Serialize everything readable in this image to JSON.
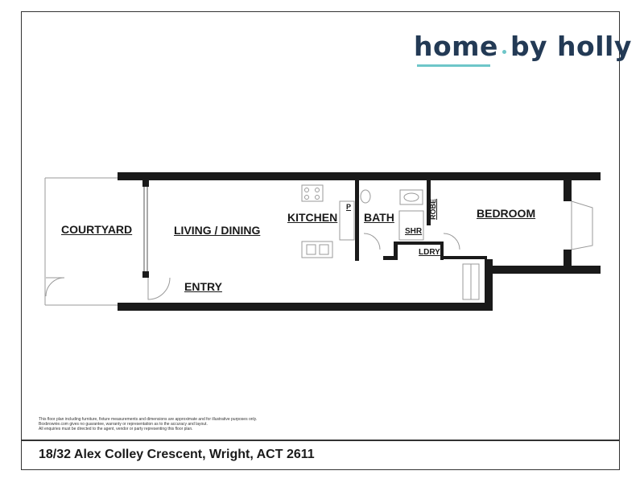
{
  "brand": {
    "name_part1": "home",
    "name_part2": "by holly",
    "accent_color": "#6ec6c9",
    "text_color": "#233a55"
  },
  "rooms": {
    "courtyard": "COURTYARD",
    "living_dining": "LIVING / DINING",
    "kitchen": "KITCHEN",
    "pantry": "P",
    "bath": "BATH",
    "robe": "ROBE",
    "bedroom": "BEDROOM",
    "shower": "SHR",
    "laundry": "LDRY",
    "entry": "ENTRY"
  },
  "disclaimer": {
    "line1": "This floor plan including furniture, fixture measurements and dimensions are approximate and for illustrative purposes only.",
    "line2": "Boxbrownie.com gives no guarantee, warranty or representation as to the accuracy and layout.",
    "line3": "All enquiries must be directed to the agent, vendor or party representing this floor plan."
  },
  "address": "18/32 Alex Colley Crescent, Wright, ACT 2611"
}
